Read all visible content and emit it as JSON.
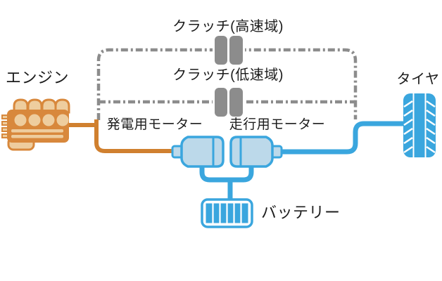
{
  "diagram": {
    "type": "hybrid-powertrain-schematic",
    "labels": {
      "clutch_high": "クラッチ(高速域)",
      "clutch_low": "クラッチ(低速域)",
      "engine": "エンジン",
      "tire": "タイヤ",
      "generator_motor": "発電用モーター",
      "drive_motor": "走行用モーター",
      "battery": "バッテリー"
    },
    "nodes": [
      {
        "id": "engine",
        "label": "エンジン",
        "icon": "engine-icon"
      },
      {
        "id": "clutch-high",
        "label": "クラッチ(高速域)",
        "icon": "clutch-icon"
      },
      {
        "id": "clutch-low",
        "label": "クラッチ(低速域)",
        "icon": "clutch-icon"
      },
      {
        "id": "generator-motor",
        "label": "発電用モーター",
        "icon": "motor-icon"
      },
      {
        "id": "drive-motor",
        "label": "走行用モーター",
        "icon": "motor-icon"
      },
      {
        "id": "battery",
        "label": "バッテリー",
        "icon": "battery-icon"
      },
      {
        "id": "tire",
        "label": "タイヤ",
        "icon": "tire-icon"
      }
    ],
    "connections": [
      {
        "from": "engine",
        "to": "generator-motor",
        "style": "solid",
        "color": "orange"
      },
      {
        "from": "engine",
        "to": "clutch-high",
        "style": "dash-dot",
        "color": "gray"
      },
      {
        "from": "engine",
        "to": "clutch-low",
        "style": "dash-dot",
        "color": "gray"
      },
      {
        "from": "clutch-high",
        "to": "tire",
        "style": "dash-dot",
        "color": "gray"
      },
      {
        "from": "clutch-low",
        "to": "tire",
        "style": "dash-dot",
        "color": "gray"
      },
      {
        "from": "drive-motor",
        "to": "tire",
        "style": "solid",
        "color": "blue"
      },
      {
        "from": "generator-motor",
        "to": "battery",
        "style": "solid",
        "color": "blue"
      },
      {
        "from": "drive-motor",
        "to": "battery",
        "style": "solid",
        "color": "blue"
      }
    ],
    "colors": {
      "blue": "#3aa6de",
      "light_blue": "#bcd9ea",
      "orange": "#d0802f",
      "engine_orange": "#d8883c",
      "engine_tan": "#eecd9e",
      "gray": "#8c8c8c",
      "text": "#1c1c1c",
      "background": "#ffffff"
    }
  }
}
